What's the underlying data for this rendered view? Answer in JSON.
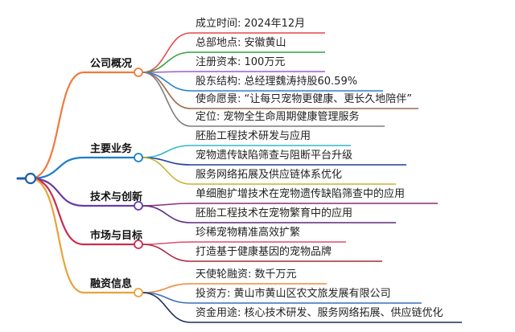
{
  "mindmap": {
    "branches": [
      {
        "label": "公司概况",
        "color": "#f07a3d",
        "leaves": [
          {
            "label": "成立时间: 2024年12月",
            "color": "#e8474b"
          },
          {
            "label": "总部地点: 安徽黄山",
            "color": "#37a23f"
          },
          {
            "label": "注册资本: 100万元",
            "color": "#9d5ccc"
          },
          {
            "label": "股东结构: 总经理魏涛持股60.59%",
            "color": "#2a80d0"
          },
          {
            "label": "使命愿景: “让每只宠物更健康、更长久地陪伴”",
            "color": "#9b6a4d"
          },
          {
            "label": "定位: 宠物全生命周期健康管理服务",
            "color": "#7e7e7e"
          }
        ]
      },
      {
        "label": "主要业务",
        "color": "#1c7ec9",
        "leaves": [
          {
            "label": "胚胎工程技术研发与应用",
            "color": "#33b8c7"
          },
          {
            "label": "宠物遗传缺陷筛查与阻断平台升级",
            "color": "#1f3f9c"
          },
          {
            "label": "服务网络拓展及供应链体系优化",
            "color": "#c9b432"
          }
        ]
      },
      {
        "label": "技术与创新",
        "color": "#6a3aa4",
        "leaves": [
          {
            "label": "单细胞扩增技术在宠物遗传缺陷筛查中的应用",
            "color": "#8b2b7e"
          },
          {
            "label": "胚胎工程技术在宠物繁育中的应用",
            "color": "#5c2b7b"
          }
        ]
      },
      {
        "label": "市场与目标",
        "color": "#c72d4e",
        "leaves": [
          {
            "label": "珍稀宠物精准高效扩繁",
            "color": "#e24c6d"
          },
          {
            "label": "打造基于健康基因的宠物品牌",
            "color": "#a82a3f"
          }
        ]
      },
      {
        "label": "融资信息",
        "color": "#e8a23a",
        "leaves": [
          {
            "label": "天使轮融资: 数千万元",
            "color": "#f08a3c"
          },
          {
            "label": "投资方: 黄山市黄山区农文旅发展有限公司",
            "color": "#3a6fb8"
          },
          {
            "label": "资金用途: 核心技术研发、服务网络拓展、供应链优化",
            "color": "#1f2f5a"
          }
        ]
      }
    ]
  }
}
